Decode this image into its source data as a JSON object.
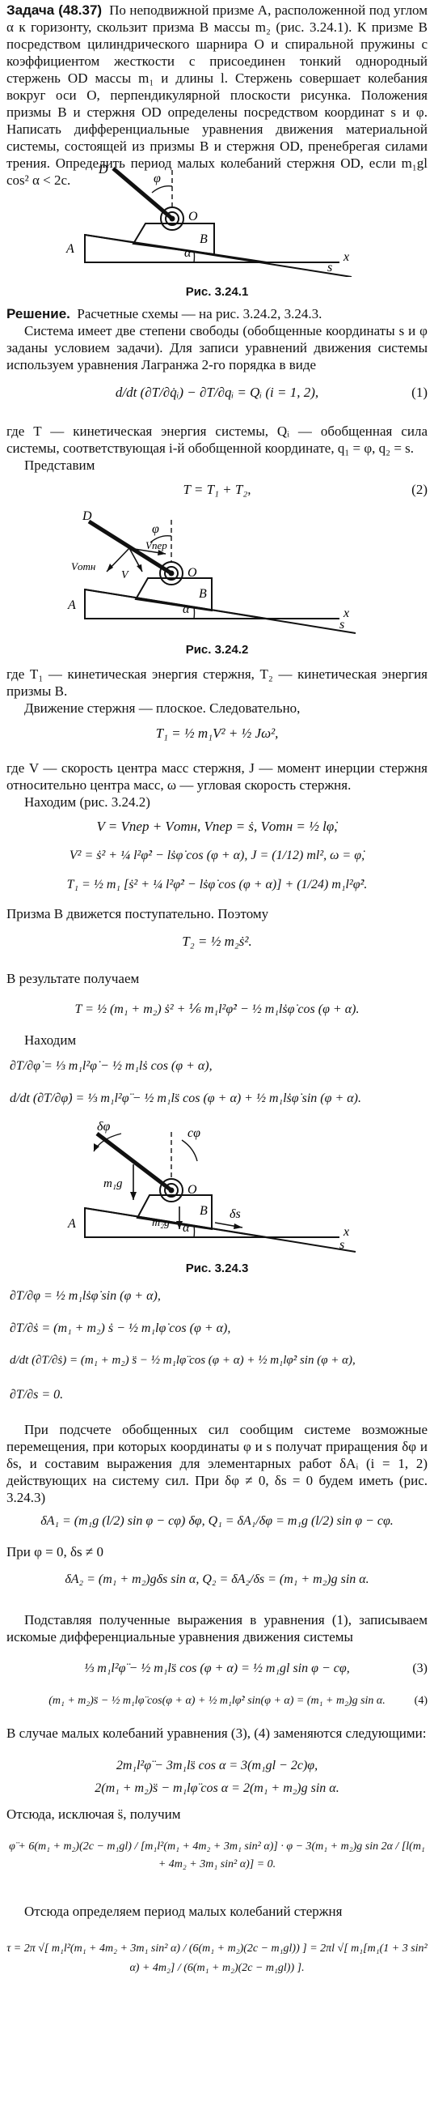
{
  "task": {
    "title": "Задача (48.37)",
    "text": "По неподвижной призме A, расположенной под углом α к горизонту, скользит призма B массы m₂ (рис. 3.24.1). К призме B посредством цилиндрического шарнира O и спиральной пружины с коэффициентом жесткости c присоединен тонкий однородный стержень OD массы m₁ и длины l. Стержень совершает колебания вокруг оси O, перпендикулярной плоскости рисунка. Положения призмы B и стержня OD определены посредством координат s и φ. Написать дифференциальные уравнения движения материальной системы, состоящей из призмы B и стержня OD, пренебрегая силами трения. Определить период малых колебаний стержня OD, если m₁gl cos² α < 2c."
  },
  "figures": {
    "fig1_caption": "Рис. 3.24.1",
    "fig2_caption": "Рис. 3.24.2",
    "fig3_caption": "Рис. 3.24.3"
  },
  "fig_labels": {
    "D": "D",
    "O": "O",
    "A": "A",
    "B": "B",
    "s": "s",
    "x": "x",
    "phi": "φ",
    "alpha": "α",
    "Vper": "Vпер",
    "Votn": "Vотн",
    "V": "V",
    "dphi": "δφ",
    "cphi": "cφ",
    "m1g": "m₁g",
    "m2g": "m₂g",
    "ds": "δs"
  },
  "solution": {
    "title": "Решение.",
    "p1": "Расчетные схемы — на рис. 3.24.2, 3.24.3.",
    "p2": "Система имеет две степени свободы (обобщенные координаты s и φ заданы условием задачи). Для записи уравнений движения системы используем уравнения Лагранжа 2-го порядка в виде",
    "eq1": "d/dt (∂T/∂q̇ᵢ) − ∂T/∂qᵢ = Qᵢ   (i = 1, 2),",
    "eq1_no": "(1)",
    "p3": "где T — кинетическая энергия системы, Qᵢ — обобщенная сила системы, соответствующая i-й обобщенной координате, q₁ = φ, q₂ = s.",
    "p4": "Представим",
    "eq2": "T = T₁ + T₂,",
    "eq2_no": "(2)",
    "p5": "где T₁ — кинетическая энергия стержня, T₂ — кинетическая энергия призмы B.",
    "p6": "Движение стержня — плоское. Следовательно,",
    "eq_T1": "T₁ = ½ m₁V² + ½ Jω²,",
    "p7": "где V — скорость центра масс стержня, J — момент инерции стержня относительно центра масс, ω — угловая скорость стержня.",
    "p8": "Находим (рис. 3.24.2)",
    "eq_V": "V = Vпер + Vотн,    Vпер = ṡ,    Vотн = ½ lφ̇,",
    "eq_V2": "V² = ṡ² + ¼ l²φ̇² − lṡφ̇ cos (φ + α),    J = (1/12) ml²,    ω = φ̇,",
    "eq_T1b": "T₁ = ½ m₁ [ṡ² + ¼ l²φ̇² − lṡφ̇ cos (φ + α)] + (1/24) m₁l²φ̇².",
    "p9": "Призма B движется поступательно. Поэтому",
    "eq_T2": "T₂ = ½ m₂ṡ².",
    "p10": "В результате получаем",
    "eq_T": "T = ½ (m₁ + m₂) ṡ² + ⅙ m₁l²φ̇² − ½ m₁lṡφ̇ cos (φ + α).",
    "p11": "Находим",
    "eq_d1": "∂T/∂φ̇ = ⅓ m₁l²φ̇ − ½ m₁lṡ cos (φ + α),",
    "eq_d2": "d/dt (∂T/∂φ̇) = ⅓ m₁l²φ̈ − ½ m₁ls̈ cos (φ + α) + ½ m₁lṡφ̇ sin (φ + α).",
    "eq_d3": "∂T/∂φ = ½ m₁lṡφ̇ sin (φ + α),",
    "eq_d4": "∂T/∂ṡ = (m₁ + m₂) ṡ − ½ m₁lφ̇ cos (φ + α),",
    "eq_d5": "d/dt (∂T/∂ṡ) = (m₁ + m₂) s̈ − ½ m₁lφ̈ cos (φ + α) + ½ m₁lφ̇² sin (φ + α),",
    "eq_d6": "∂T/∂s = 0.",
    "p12": "При подсчете обобщенных сил сообщим системе возможные перемещения, при которых координаты φ и s получат приращения δφ и δs, и составим выражения для элементарных работ δAᵢ (i = 1, 2) действующих на систему сил. При δφ ≠ 0, δs = 0 будем иметь (рис. 3.24.3)",
    "eq_A1": "δA₁ = (m₁g (l/2) sin φ − cφ) δφ,    Q₁ = δA₁/δφ = m₁g (l/2) sin φ − cφ.",
    "p13": "При φ = 0, δs ≠ 0",
    "eq_A2": "δA₂ = (m₁ + m₂)gδs sin α,    Q₂ = δA₂/δs = (m₁ + m₂)g sin α.",
    "p14": "Подставляя полученные выражения в уравнения (1), записываем искомые дифференциальные уравнения движения системы",
    "eq3": "⅓ m₁l²φ̈ − ½ m₁ls̈ cos (φ + α) = ½ m₁gl sin φ − cφ,",
    "eq3_no": "(3)",
    "eq4": "(m₁ + m₂)s̈ − ½ m₁lφ̈ cos(φ + α) + ½ m₁lφ̇² sin(φ + α) = (m₁ + m₂)g sin α.",
    "eq4_no": "(4)",
    "p15": "В случае малых колебаний уравнения (3), (4) заменяются следующими:",
    "eq5": "2m₁l²φ̈ − 3m₁ls̈ cos α = 3(m₁gl − 2c)φ,",
    "eq6": "2(m₁ + m₂)s̈ − m₁lφ̈ cos α = 2(m₁ + m₂)g sin α.",
    "p16": "Отсюда, исключая s̈, получим",
    "eq7": "φ̈ + 6(m₁ + m₂)(2c − m₁gl) / [m₁l²(m₁ + 4m₂ + 3m₁ sin² α)] · φ − 3(m₁ + m₂)g sin 2α / [l(m₁ + 4m₂ + 3m₁ sin² α)] = 0.",
    "p17": "Отсюда определяем период малых колебаний стержня",
    "eq8": "τ = 2π √[ m₁l²(m₁ + 4m₂ + 3m₁ sin² α) / (6(m₁ + m₂)(2c − m₁gl)) ] = 2πl √[ m₁[m₁(1 + 3 sin² α) + 4m₂] / (6(m₁ + m₂)(2c − m₁gl)) ]."
  }
}
